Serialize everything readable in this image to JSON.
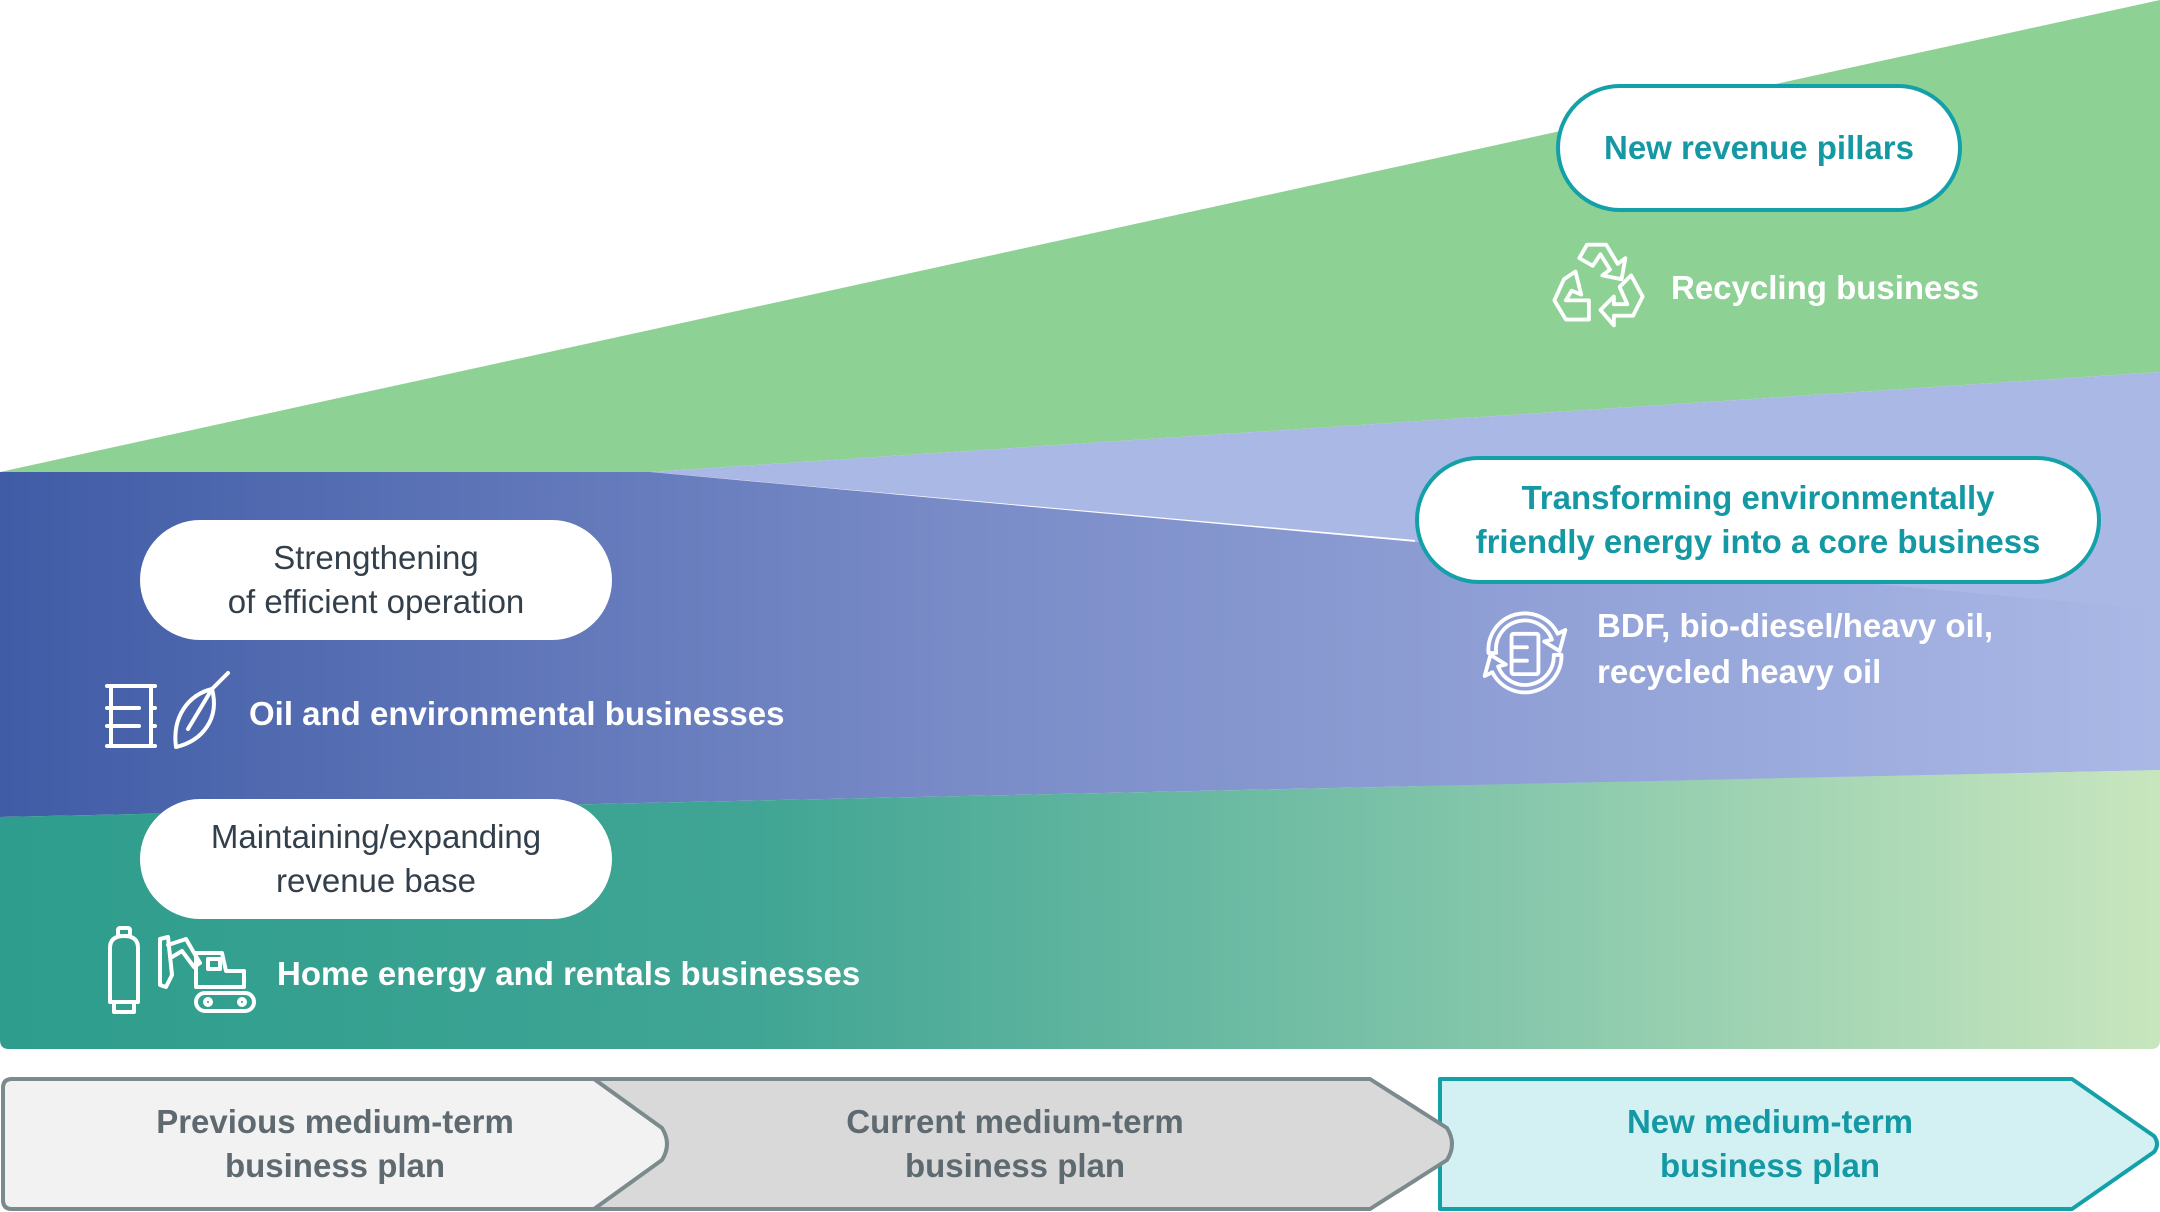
{
  "diagram": {
    "colors": {
      "green_band": "#8ed194",
      "blue_band_left": "#405ca6",
      "blue_band_right": "#a9b8e8",
      "lavender_band": "#aab8e6",
      "teal_band_left": "#2e9d8d",
      "teal_band_right": "#c8e6be",
      "teal_accent": "#1498a3",
      "dark_text": "#33404c",
      "gray_text": "#5e6a70"
    },
    "layers": {
      "top": {
        "pill": "New revenue pillars",
        "icon": "recycle-icon",
        "business": "Recycling business"
      },
      "middle_right": {
        "pill_line1": "Transforming environmentally",
        "pill_line2": "friendly energy into a core business",
        "icon": "oil-drum-cycle-icon",
        "business_line1": "BDF, bio-diesel/heavy oil,",
        "business_line2": "recycled heavy oil"
      },
      "middle_left": {
        "pill_line1": "Strengthening",
        "pill_line2": "of efficient operation",
        "icons": [
          "oil-drum-icon",
          "leaf-icon"
        ],
        "business": "Oil and environmental businesses"
      },
      "bottom": {
        "pill_line1": "Maintaining/expanding",
        "pill_line2": "revenue base",
        "icons": [
          "gas-cylinder-icon",
          "excavator-icon"
        ],
        "business": "Home energy and rentals businesses"
      }
    },
    "timeline": [
      {
        "line1": "Previous medium-term",
        "line2": "business plan",
        "fill": "#f2f2f2",
        "stroke": "#7b8a8d",
        "text": "#5e6a70"
      },
      {
        "line1": "Current medium-term",
        "line2": "business plan",
        "fill": "#d9d9d9",
        "stroke": "#7b8a8d",
        "text": "#5e6a70"
      },
      {
        "line1": "New medium-term",
        "line2": "business plan",
        "fill": "#d3f1f3",
        "stroke": "#14a0a8",
        "text": "#1498a3"
      }
    ]
  }
}
